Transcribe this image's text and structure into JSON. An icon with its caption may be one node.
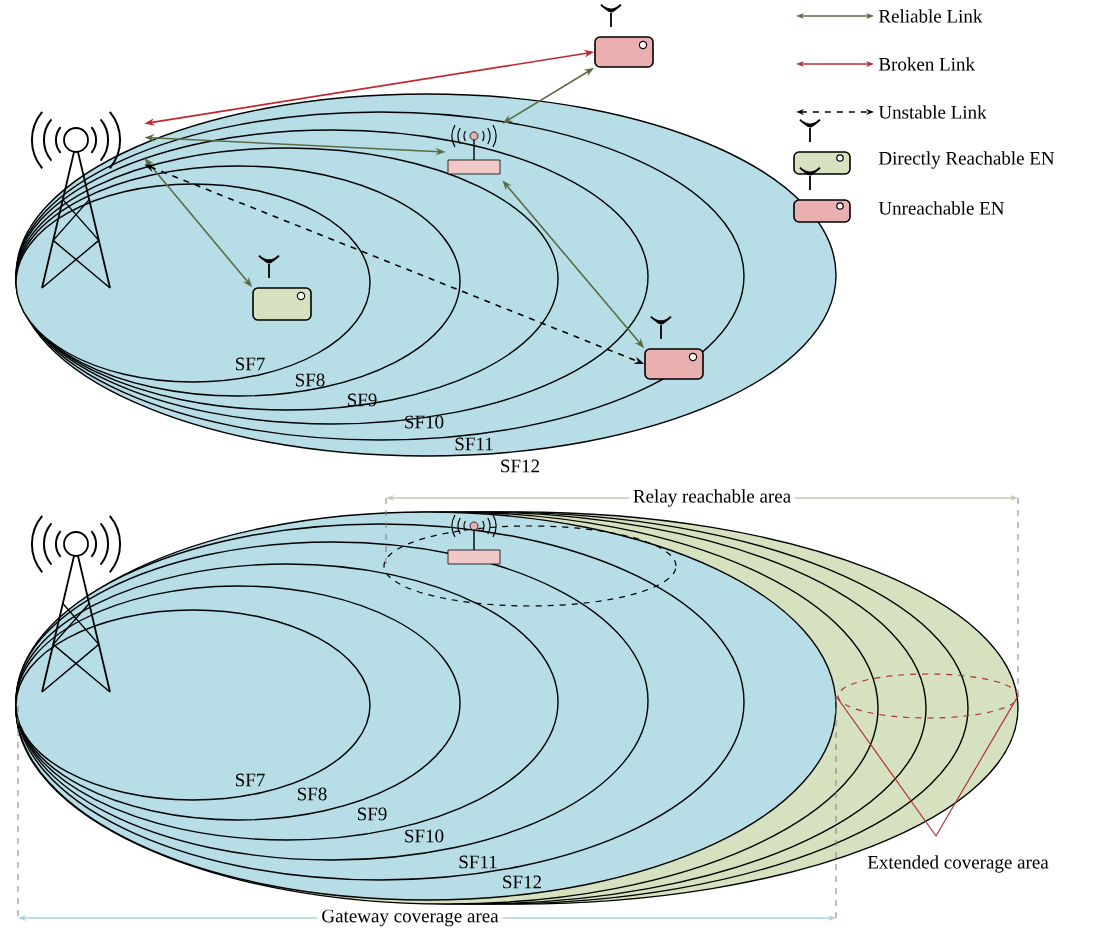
{
  "diagram": {
    "nodes": [
      {
        "text": [],
        "shape": "tower"
      },
      {
        "text": [],
        "shape": "box"
      },
      {
        "text": [],
        "shape": "antenna"
      },
      {
        "text": [],
        "shape": "box"
      },
      {
        "text": [],
        "shape": "box"
      }
    ],
    "edges": [
      {
        "from": 0,
        "to": 1,
        "arrow": "both",
        "color": "#c0272d"
      },
      {
        "from": 0,
        "to": 2,
        "arrow": "both"
      },
      {
        "from": 2,
        "to": 1,
        "arrow": "both"
      },
      {
        "from": 0,
        "to": 3,
        "arrow": "both"
      },
      {
        "from": 2,
        "to": 4,
        "arrow": "both"
      },
      {
        "from": 0,
        "to": 4,
        "arrow": "both",
        "style": "dashed",
        "color": "#000000"
      }
    ],
    "labels": [
      "SF7",
      "SF8",
      "SF9",
      "SF10",
      "SF11",
      "SF12",
      "Relay reachable area",
      "SF7",
      "SF8",
      "SF9",
      "SF10",
      "SF11",
      "SF12",
      "Extended coverage area",
      "Gateway coverage area"
    ],
    "legend": [
      {
        "text": "Reliable Link"
      },
      {
        "text": "Broken Link"
      },
      {
        "text": "Unstable Link"
      },
      {
        "text": "Directly Reachable EN"
      },
      {
        "text": "Unreachable EN"
      }
    ]
  }
}
